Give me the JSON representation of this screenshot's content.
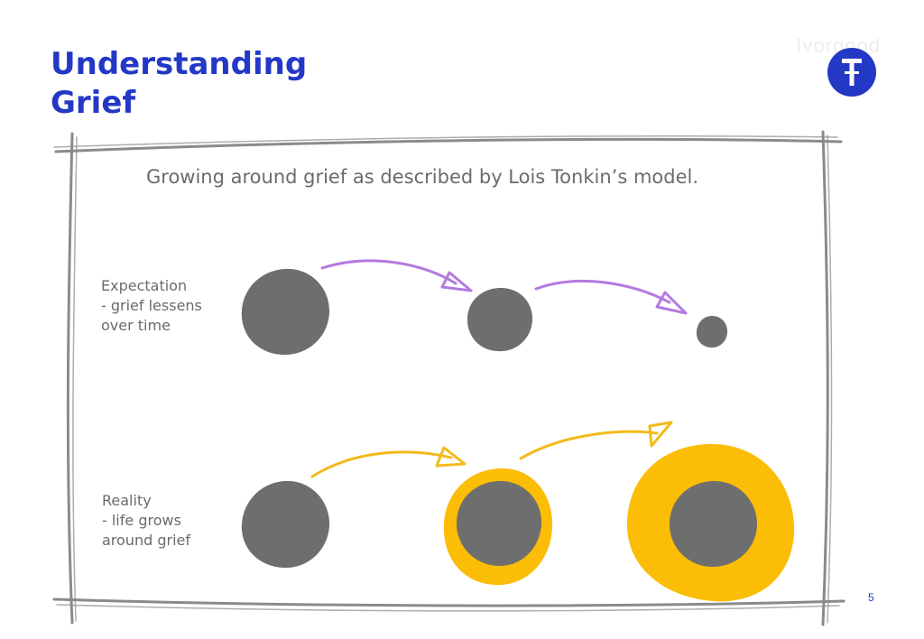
{
  "slide": {
    "title_line1": "Understanding",
    "title_line2": "Grief",
    "page_number": "5",
    "brand_text": "Ivorgood"
  },
  "diagram": {
    "heading": "Growing around grief as described by Lois Tonkin’s model.",
    "expectation": {
      "lines": [
        "Expectation",
        "- grief lessens",
        "over time"
      ]
    },
    "reality": {
      "lines": [
        "Reality",
        "- life grows",
        "around grief"
      ]
    }
  },
  "colors": {
    "title_blue": "#2438c6",
    "grief_gray": "#6e6e6e",
    "life_yellow": "#fbbd05",
    "arrow_purple": "#b47ae0",
    "arrow_yellow": "#f2bb1a",
    "frame_gray": "#8a8a8a",
    "label_gray": "#6b6b6b"
  },
  "icons": {
    "logo": "brand-t-logo-icon"
  }
}
